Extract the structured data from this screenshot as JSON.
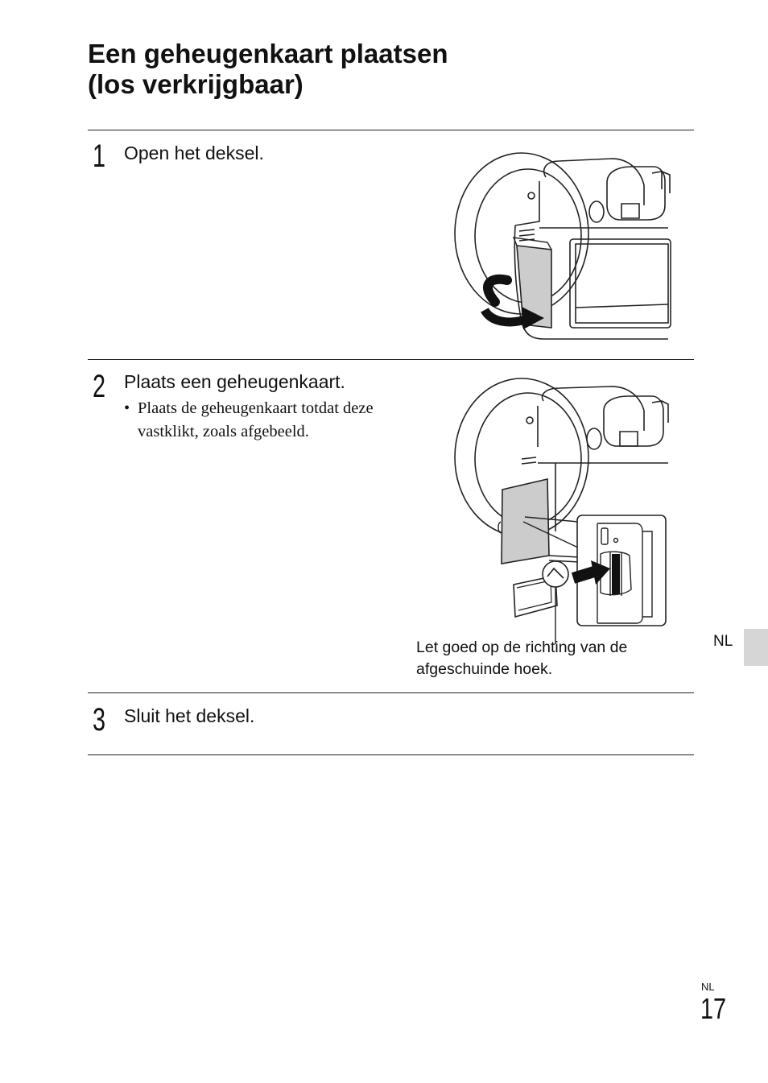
{
  "page": {
    "title_line1": "Een geheugenkaart plaatsen",
    "title_line2": "(los verkrijgbaar)"
  },
  "steps": [
    {
      "number": "1",
      "text": "Open het deksel."
    },
    {
      "number": "2",
      "text": "Plaats een geheugenkaart.",
      "bullet": "Plaats de geheugenkaart totdat deze vastklikt, zoals afgebeeld."
    },
    {
      "number": "3",
      "text": "Sluit het deksel."
    }
  ],
  "caption": {
    "line1": "Let goed op de richting van de",
    "line2": "afgeschuinde hoek."
  },
  "side_tab": {
    "label": "NL"
  },
  "footer": {
    "language": "NL",
    "page_number": "17"
  },
  "colors": {
    "rule": "#222222",
    "tab": "#d6d6d6",
    "cover_fill": "#cccccc"
  },
  "icons": {
    "bullet": "•"
  }
}
